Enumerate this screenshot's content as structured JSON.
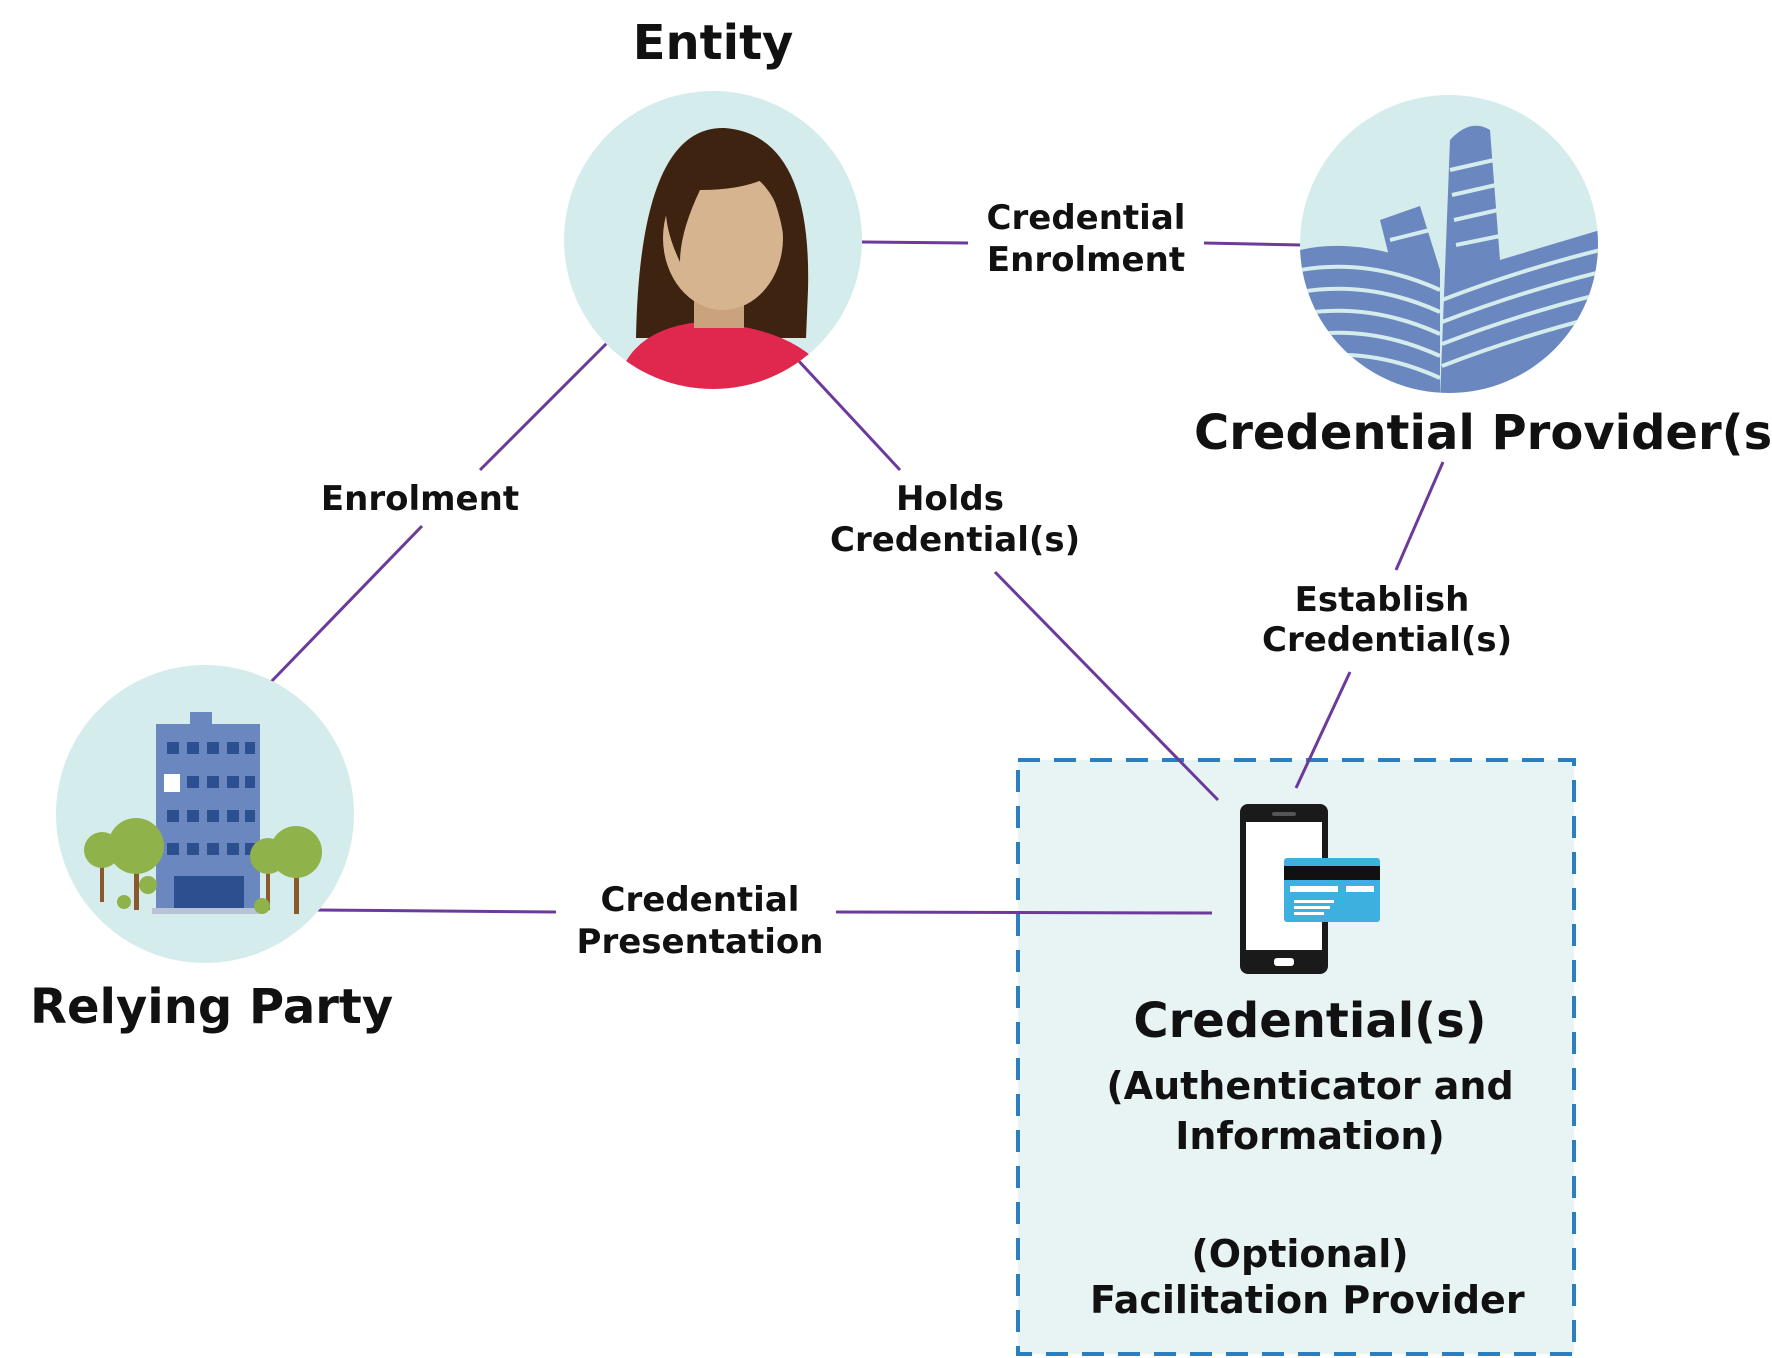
{
  "nodes": {
    "entity": "Entity",
    "credential_provider": "Credential Provider(s)",
    "relying_party": "Relying Party",
    "credential": "Credential(s)",
    "credential_sub_1": "(Authenticator and",
    "credential_sub_2": "Information)",
    "facilitation_1": "(Optional)",
    "facilitation_2": "Facilitation Provider"
  },
  "edges": {
    "credential_enrolment_1": "Credential",
    "credential_enrolment_2": "Enrolment",
    "enrolment": "Enrolment",
    "holds_1": "Holds",
    "holds_2": "Credential(s)",
    "establish_1": "Establish",
    "establish_2": "Credential(s)",
    "presentation_1": "Credential",
    "presentation_2": "Presentation"
  },
  "colors": {
    "line": "#6b3a9a",
    "circle": "#d5ecec",
    "box_fill": "#e8f4f4",
    "box_border": "#2a7fc0",
    "building": "#6a87c0",
    "hair": "#3e2410",
    "skin": "#d6b48f",
    "shirt": "#e0284f"
  }
}
